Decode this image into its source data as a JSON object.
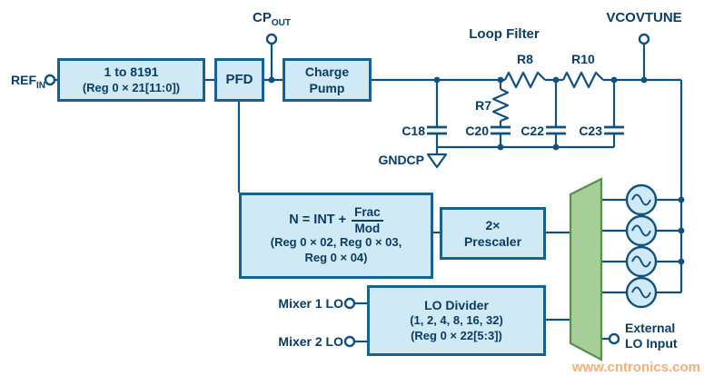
{
  "labels": {
    "ref_in": {
      "main": "REF",
      "sub": "IN"
    },
    "cp_out": {
      "main": "CP",
      "sub": "OUT"
    },
    "vcovtune": "VCOVTUNE",
    "loop_filter": "Loop Filter",
    "gndcp": "GNDCP",
    "mixer1_lo": "Mixer 1 LO",
    "mixer2_lo": "Mixer 2 LO",
    "external_lo_line1": "External",
    "external_lo_line2": "LO Input",
    "watermark": "www.cntronics.com"
  },
  "components": {
    "r7": "R7",
    "r8": "R8",
    "r10": "R10",
    "c18": "C18",
    "c20": "C20",
    "c22": "C22",
    "c23": "C23"
  },
  "blocks": {
    "ref_divider": {
      "line1": "1 to 8191",
      "line2": "(Reg 0 × 21[11:0])"
    },
    "pfd": "PFD",
    "charge_pump": {
      "line1": "Charge",
      "line2": "Pump"
    },
    "n_divider": {
      "eq_prefix": "N = INT +",
      "frac_num": "Frac",
      "frac_den": "Mod",
      "line2": "(Reg 0 × 02, Reg 0 × 03,",
      "line3": "Reg 0 × 04)"
    },
    "prescaler": {
      "line1": "2×",
      "line2": "Prescaler"
    },
    "lo_divider": {
      "line1": "LO Divider",
      "line2": "(1, 2, 4, 8, 16, 32)",
      "line3": "(Reg 0 × 22[5:3])"
    }
  },
  "colors": {
    "block_fill": "#cfe9f5",
    "block_border": "#17628f",
    "wire": "#11517e",
    "text": "#0a3c64",
    "mux_fill": "#a6cf98",
    "mux_border": "#55914a",
    "watermark": "#f6ae7c"
  }
}
